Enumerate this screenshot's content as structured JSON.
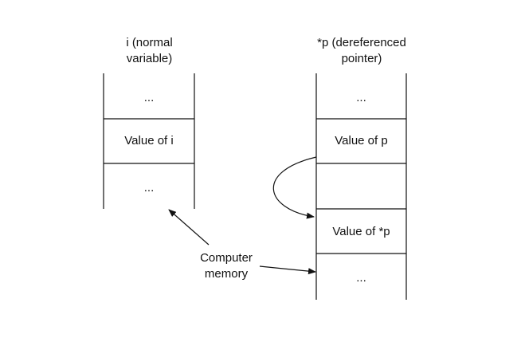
{
  "left_column": {
    "title": "i (normal\nvariable)",
    "cells": [
      "...",
      "Value of i",
      "..."
    ]
  },
  "right_column": {
    "title": "*p (dereferenced\npointer)",
    "cells": [
      "...",
      "Value of p",
      "",
      "Value of *p",
      "..."
    ]
  },
  "annotation": {
    "label": "Computer\nmemory"
  }
}
